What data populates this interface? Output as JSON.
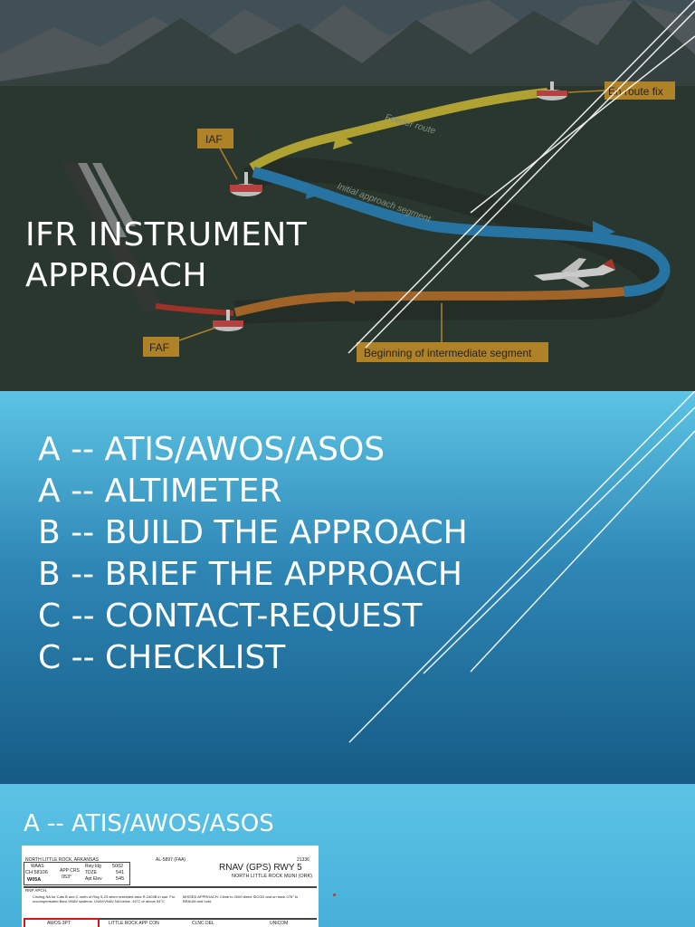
{
  "slide1": {
    "title_lines": [
      "IFR INSTRUMENT",
      "APPROACH"
    ],
    "diagram": {
      "en_route_fix_label": "En route fix",
      "feeder_route_label": "Feeder route",
      "iaf_label": "IAF",
      "initial_segment_label": "Initial approach segment",
      "faf_label": "FAF",
      "intermediate_label": "Beginning of intermediate segment"
    }
  },
  "slide2": {
    "items": [
      "A -- ATIS/AWOS/ASOS",
      "A -- ALTIMETER",
      "B -- BUILD THE APPROACH",
      "B -- BRIEF THE APPROACH",
      "C -- CONTACT-REQUEST",
      "C -- CHECKLIST"
    ]
  },
  "slide3": {
    "title": "A -- ATIS/AWOS/ASOS",
    "chart": {
      "location": "NORTH LITTLE ROCK, ARKANSAS",
      "ref": "AL-5897 (FAA)",
      "number": "21336",
      "approach_title": "RNAV (GPS) RWY 5",
      "airport": "NORTH LITTLE ROCK MUNI (ORK)",
      "waas": "WAAS",
      "ch": "CH 58106",
      "w": "W05A",
      "app_crs_label": "APP CRS",
      "app_crs": "053°",
      "rwy_ldg_label": "Rwy ldg",
      "rwy_ldg": "5002",
      "tdze_label": "TDZE",
      "tdze": "541",
      "apt_elev_label": "Apt Elev",
      "apt_elev": "545",
      "rnp_note": "RNP APCH.",
      "circling_note": "Circling NA for Cats B and C north of Rwy 5-23 when restricted area R-2403B in use. For uncompensated Baro-VNAV systems, LNAV/VNAV NA below -16°C or above 54°C",
      "missed_note": "MISSED APPROACH: Climb to 2000 direct SICOD and on track 076° to BRAUM and hold.",
      "freq_awos": "AWOS-3PT",
      "freq_app": "LITTLE ROCK APP CON",
      "freq_clnc": "CLNC DEL",
      "freq_unicom": "UNICOM"
    }
  }
}
